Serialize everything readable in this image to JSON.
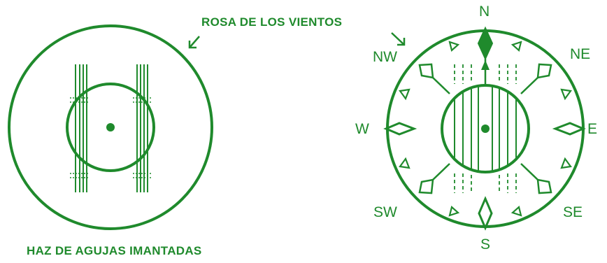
{
  "colors": {
    "ink": "#1f8a2c",
    "background": "#ffffff"
  },
  "labels": {
    "rosa": "ROSA DE LOS VIENTOS",
    "haz": "HAZ DE AGUJAS IMANTADAS"
  },
  "directions": {
    "n": "N",
    "ne": "NE",
    "e": "E",
    "se": "SE",
    "s": "S",
    "sw": "SW",
    "w": "W",
    "nw": "NW"
  }
}
